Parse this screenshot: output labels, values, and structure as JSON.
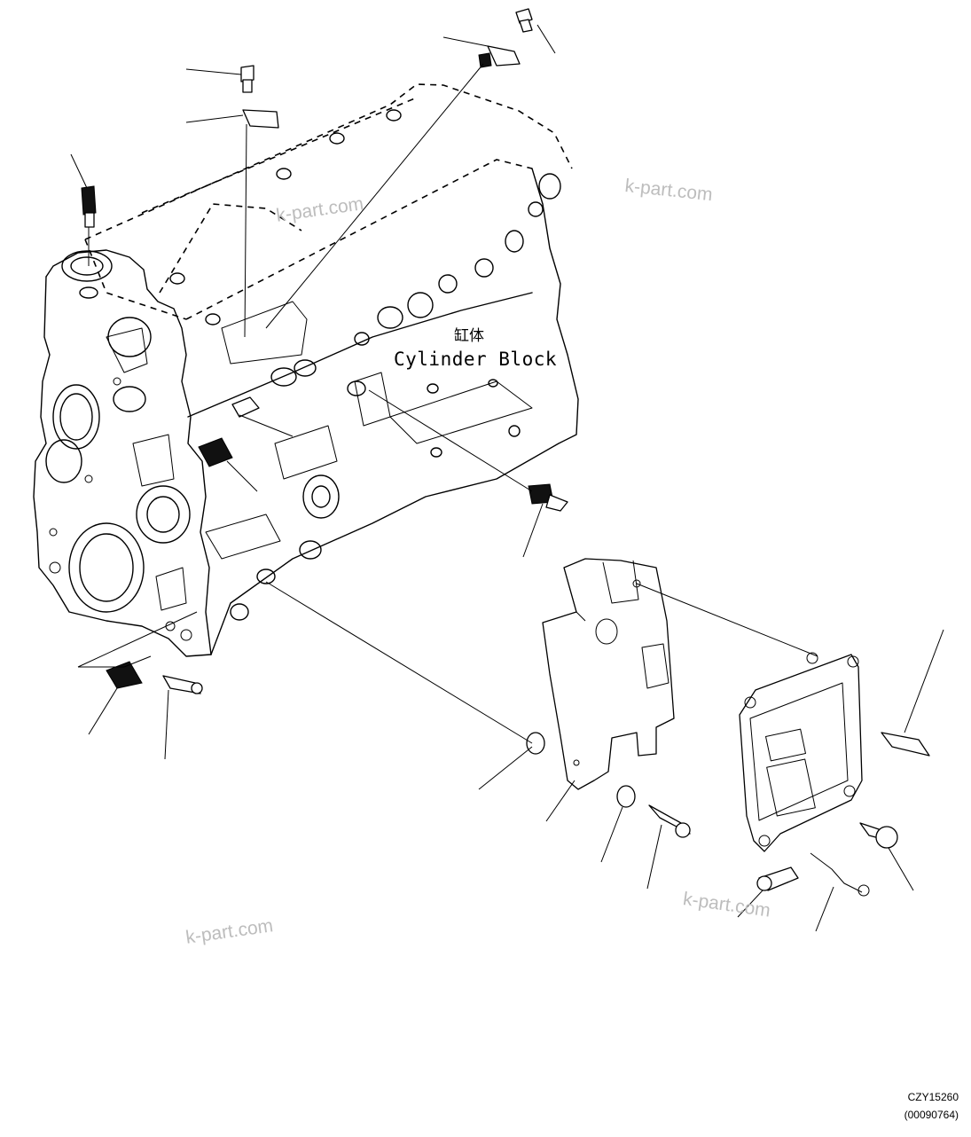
{
  "labels": {
    "cylinder_block_cn": "缸体",
    "cylinder_block_en": "Cylinder Block"
  },
  "watermarks": [
    "k-part.com",
    "k-part.com",
    "k-part.com",
    "k-part.com"
  ],
  "drawing_code": "CZY15260",
  "drawing_ref": "(00090764)"
}
